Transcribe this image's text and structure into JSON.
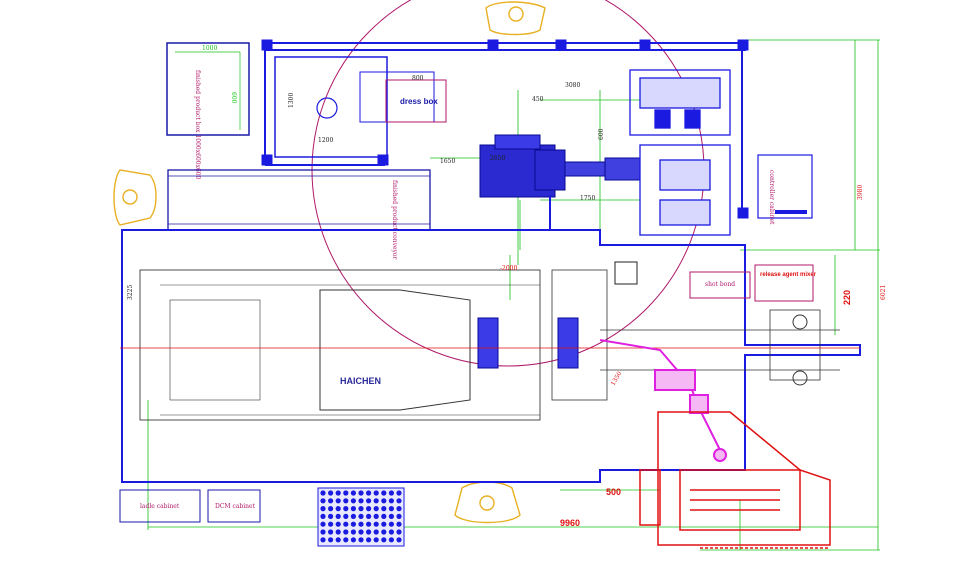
{
  "boxes": {
    "product_box": {
      "dim": "1000",
      "side": "600",
      "text": "finished product box 1000x600x600"
    },
    "dress_box": "dress box",
    "finished_product_conveyor": "finished product conveyor",
    "release_agent_mixer": "release agent mixer",
    "short_bond": "shot bond",
    "ladle_cabinet": "ladle cabinet",
    "dcm_cabinet": "DCM cabinet",
    "logo_text": "HAICHEN",
    "right_cabinet": "controller cabinet"
  },
  "dimensions": {
    "d1000": "1000",
    "d800": "800",
    "d1200": "1200",
    "d1300": "1300",
    "d1650": "1650",
    "d450": "450",
    "d3080": "3080",
    "d1750": "1750",
    "d600": "600",
    "d2650": "2650",
    "d3225": "3225",
    "d220": "220",
    "d3980": "3980",
    "d6021": "6021",
    "d500": "500",
    "d9960": "9960",
    "d1350": "1350",
    "d2000": "-2000"
  }
}
